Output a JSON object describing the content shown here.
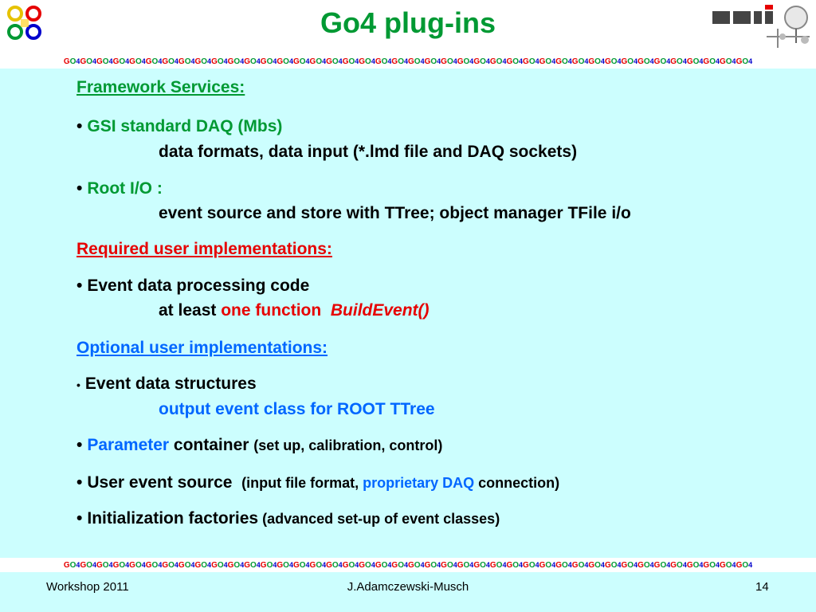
{
  "slide": {
    "title": "Go4 plug-ins",
    "stripe_unit": [
      "G",
      "O",
      "4"
    ],
    "stripe_repeat": 42
  },
  "content": {
    "framework_heading": "Framework Services:",
    "gsi_daq": "GSI standard DAQ (Mbs)",
    "gsi_daq_detail": "data formats, data input (*.lmd file and DAQ sockets)",
    "root_io": "Root I/O :",
    "root_io_detail": "event source and store with TTree;  object manager TFile i/o",
    "required_heading": "Required user implementations:",
    "event_processing": "Event data processing code",
    "at_least": "at least ",
    "one_function": "one function",
    "build_event": "BuildEvent()",
    "optional_heading": "Optional user implementations:",
    "event_structures": "Event data structures",
    "event_structures_detail": "output event class for ROOT TTree",
    "parameter": "Parameter",
    "container": " container ",
    "container_detail": "(set up, calibration, control)",
    "user_source": "User event source",
    "user_source_detail_a": "(input file format, ",
    "user_source_detail_b": "proprietary DAQ",
    "user_source_detail_c": " connection)",
    "init_factories": "Initialization factories",
    "init_factories_detail": " (advanced set-up of event classes)"
  },
  "footer": {
    "left": "Workshop 2011",
    "center": "J.Adamczewski-Musch",
    "right": "14"
  },
  "colors": {
    "background": "#ccfefe",
    "green": "#009933",
    "red": "#e60000",
    "blue": "#0066ff"
  }
}
